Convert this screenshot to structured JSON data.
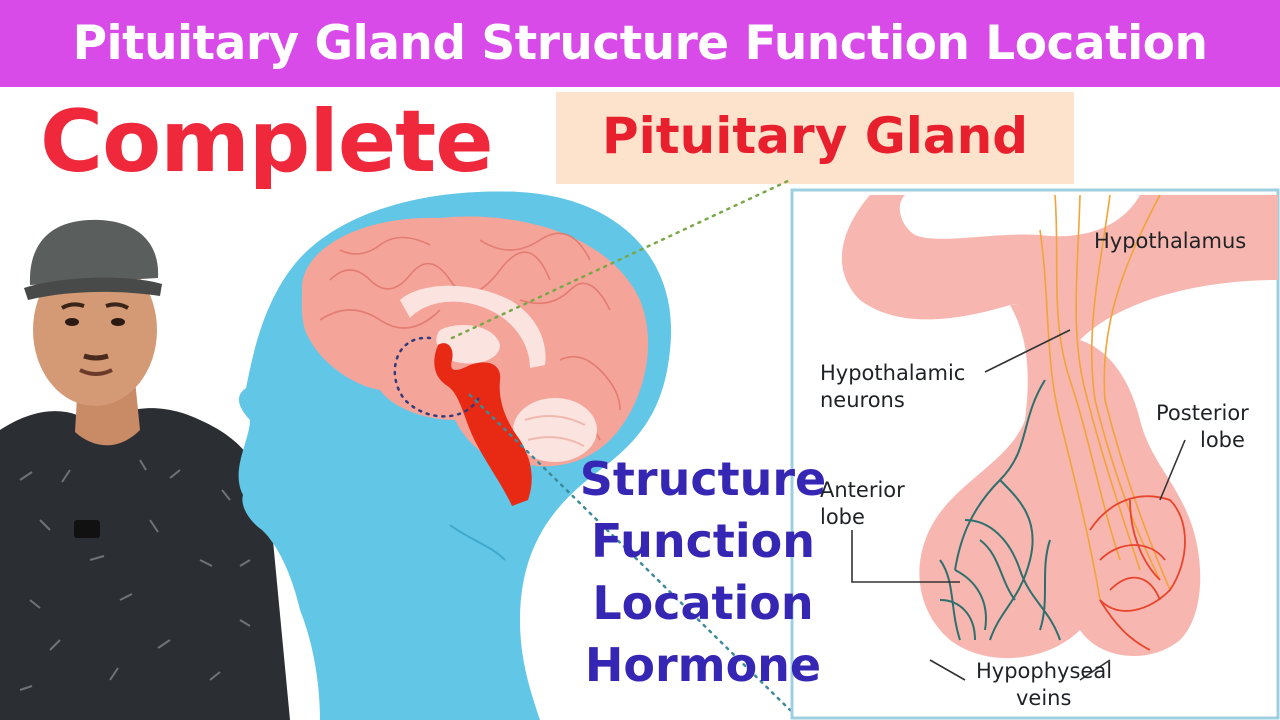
{
  "banner": {
    "title": "Pituitary Gland Structure Function Location",
    "background": "#d94be8"
  },
  "headline": {
    "text": "Complete",
    "color": "#f0283c"
  },
  "tag": {
    "text": "Pituitary Gland",
    "background": "#fde3cc",
    "color": "#e8202e"
  },
  "topics": [
    "Structure",
    "Function",
    "Location",
    "Hormone"
  ],
  "diagram": {
    "labels": {
      "hypothalamus": "Hypothalamus",
      "hypothalamic_neurons_1": "Hypothalamic",
      "hypothalamic_neurons_2": "neurons",
      "posterior_1": "Posterior",
      "posterior_2": "lobe",
      "anterior_1": "Anterior",
      "anterior_2": "lobe",
      "veins_1": "Hypophyseal",
      "veins_2": "veins"
    }
  },
  "colors": {
    "head": "#62c6e6",
    "brain": "#f5a49a",
    "brainstem": "#e82a14",
    "gland": "#f7b7b0",
    "vessels": "#2f6f6d",
    "arteries": "#e8452c",
    "nerves": "#f2a33a"
  }
}
